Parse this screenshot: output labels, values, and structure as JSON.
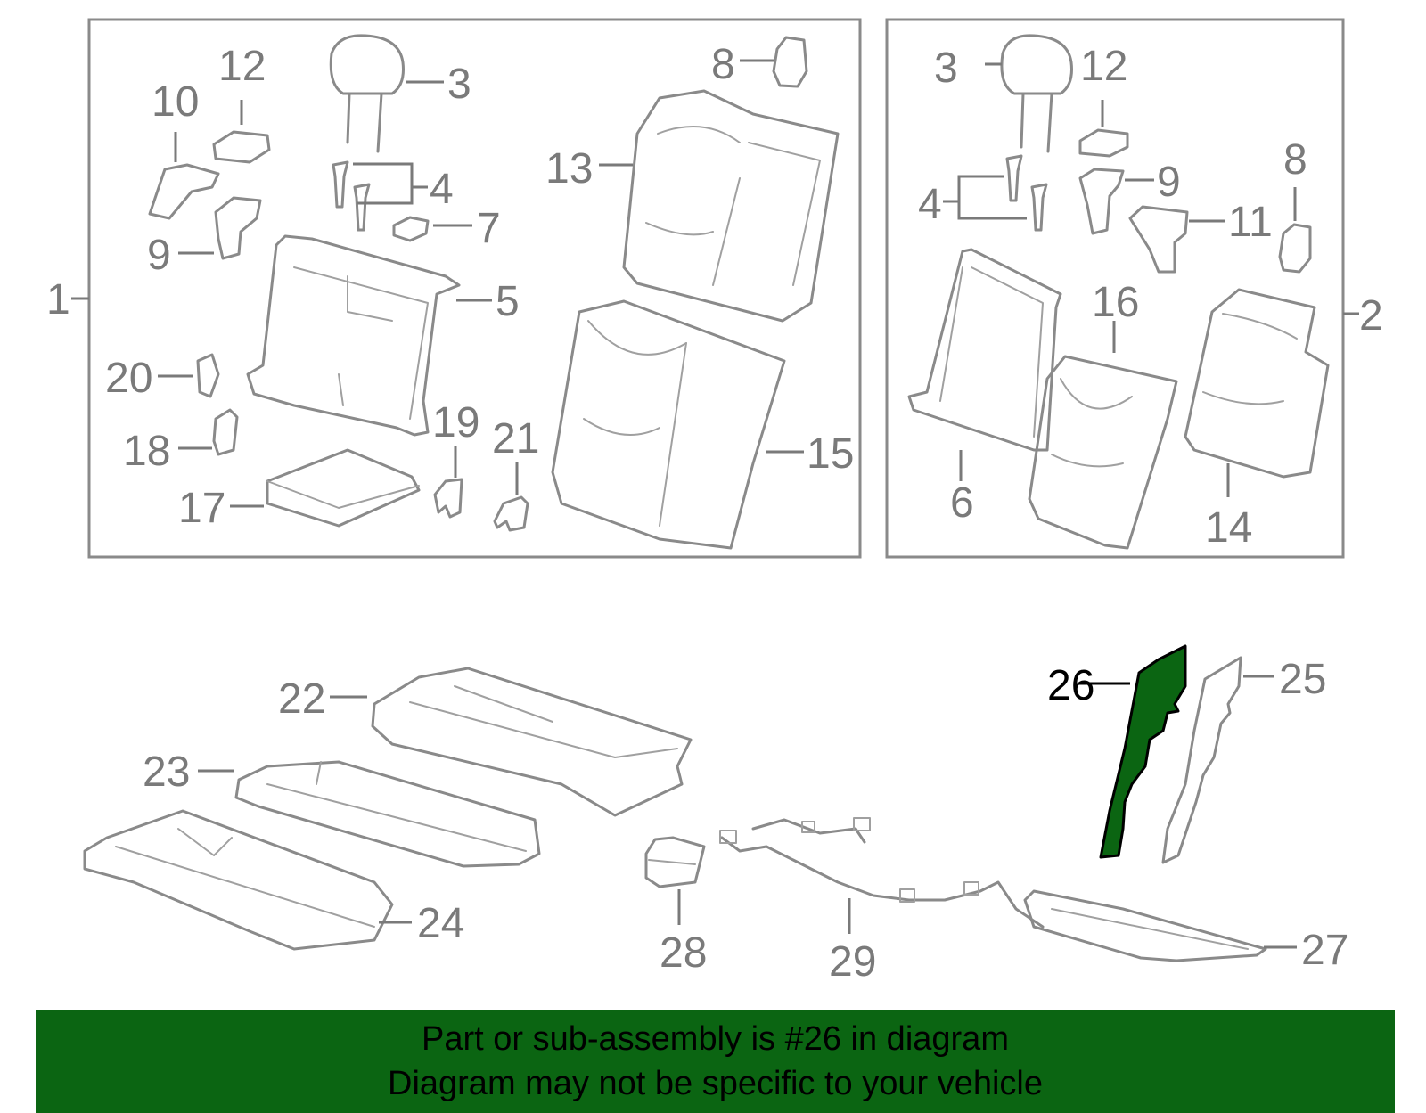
{
  "labels": {
    "l1": "1",
    "l2": "2",
    "l3a": "3",
    "l3b": "3",
    "l4a": "4",
    "l4b": "4",
    "l5": "5",
    "l6": "6",
    "l7": "7",
    "l8a": "8",
    "l8b": "8",
    "l9a": "9",
    "l9b": "9",
    "l10": "10",
    "l11": "11",
    "l12a": "12",
    "l12b": "12",
    "l13": "13",
    "l14": "14",
    "l15": "15",
    "l16": "16",
    "l17": "17",
    "l18": "18",
    "l19": "19",
    "l20": "20",
    "l21": "21",
    "l22": "22",
    "l23": "23",
    "l24": "24",
    "l25": "25",
    "l26": "26",
    "l27": "27",
    "l28": "28",
    "l29": "29"
  },
  "highlight": {
    "part_number": "26",
    "color": "#0b6512"
  },
  "banner": {
    "line1": "Part or sub-assembly is #26 in diagram",
    "line2": "Diagram may not be specific to your vehicle",
    "background": "#0b6512"
  }
}
